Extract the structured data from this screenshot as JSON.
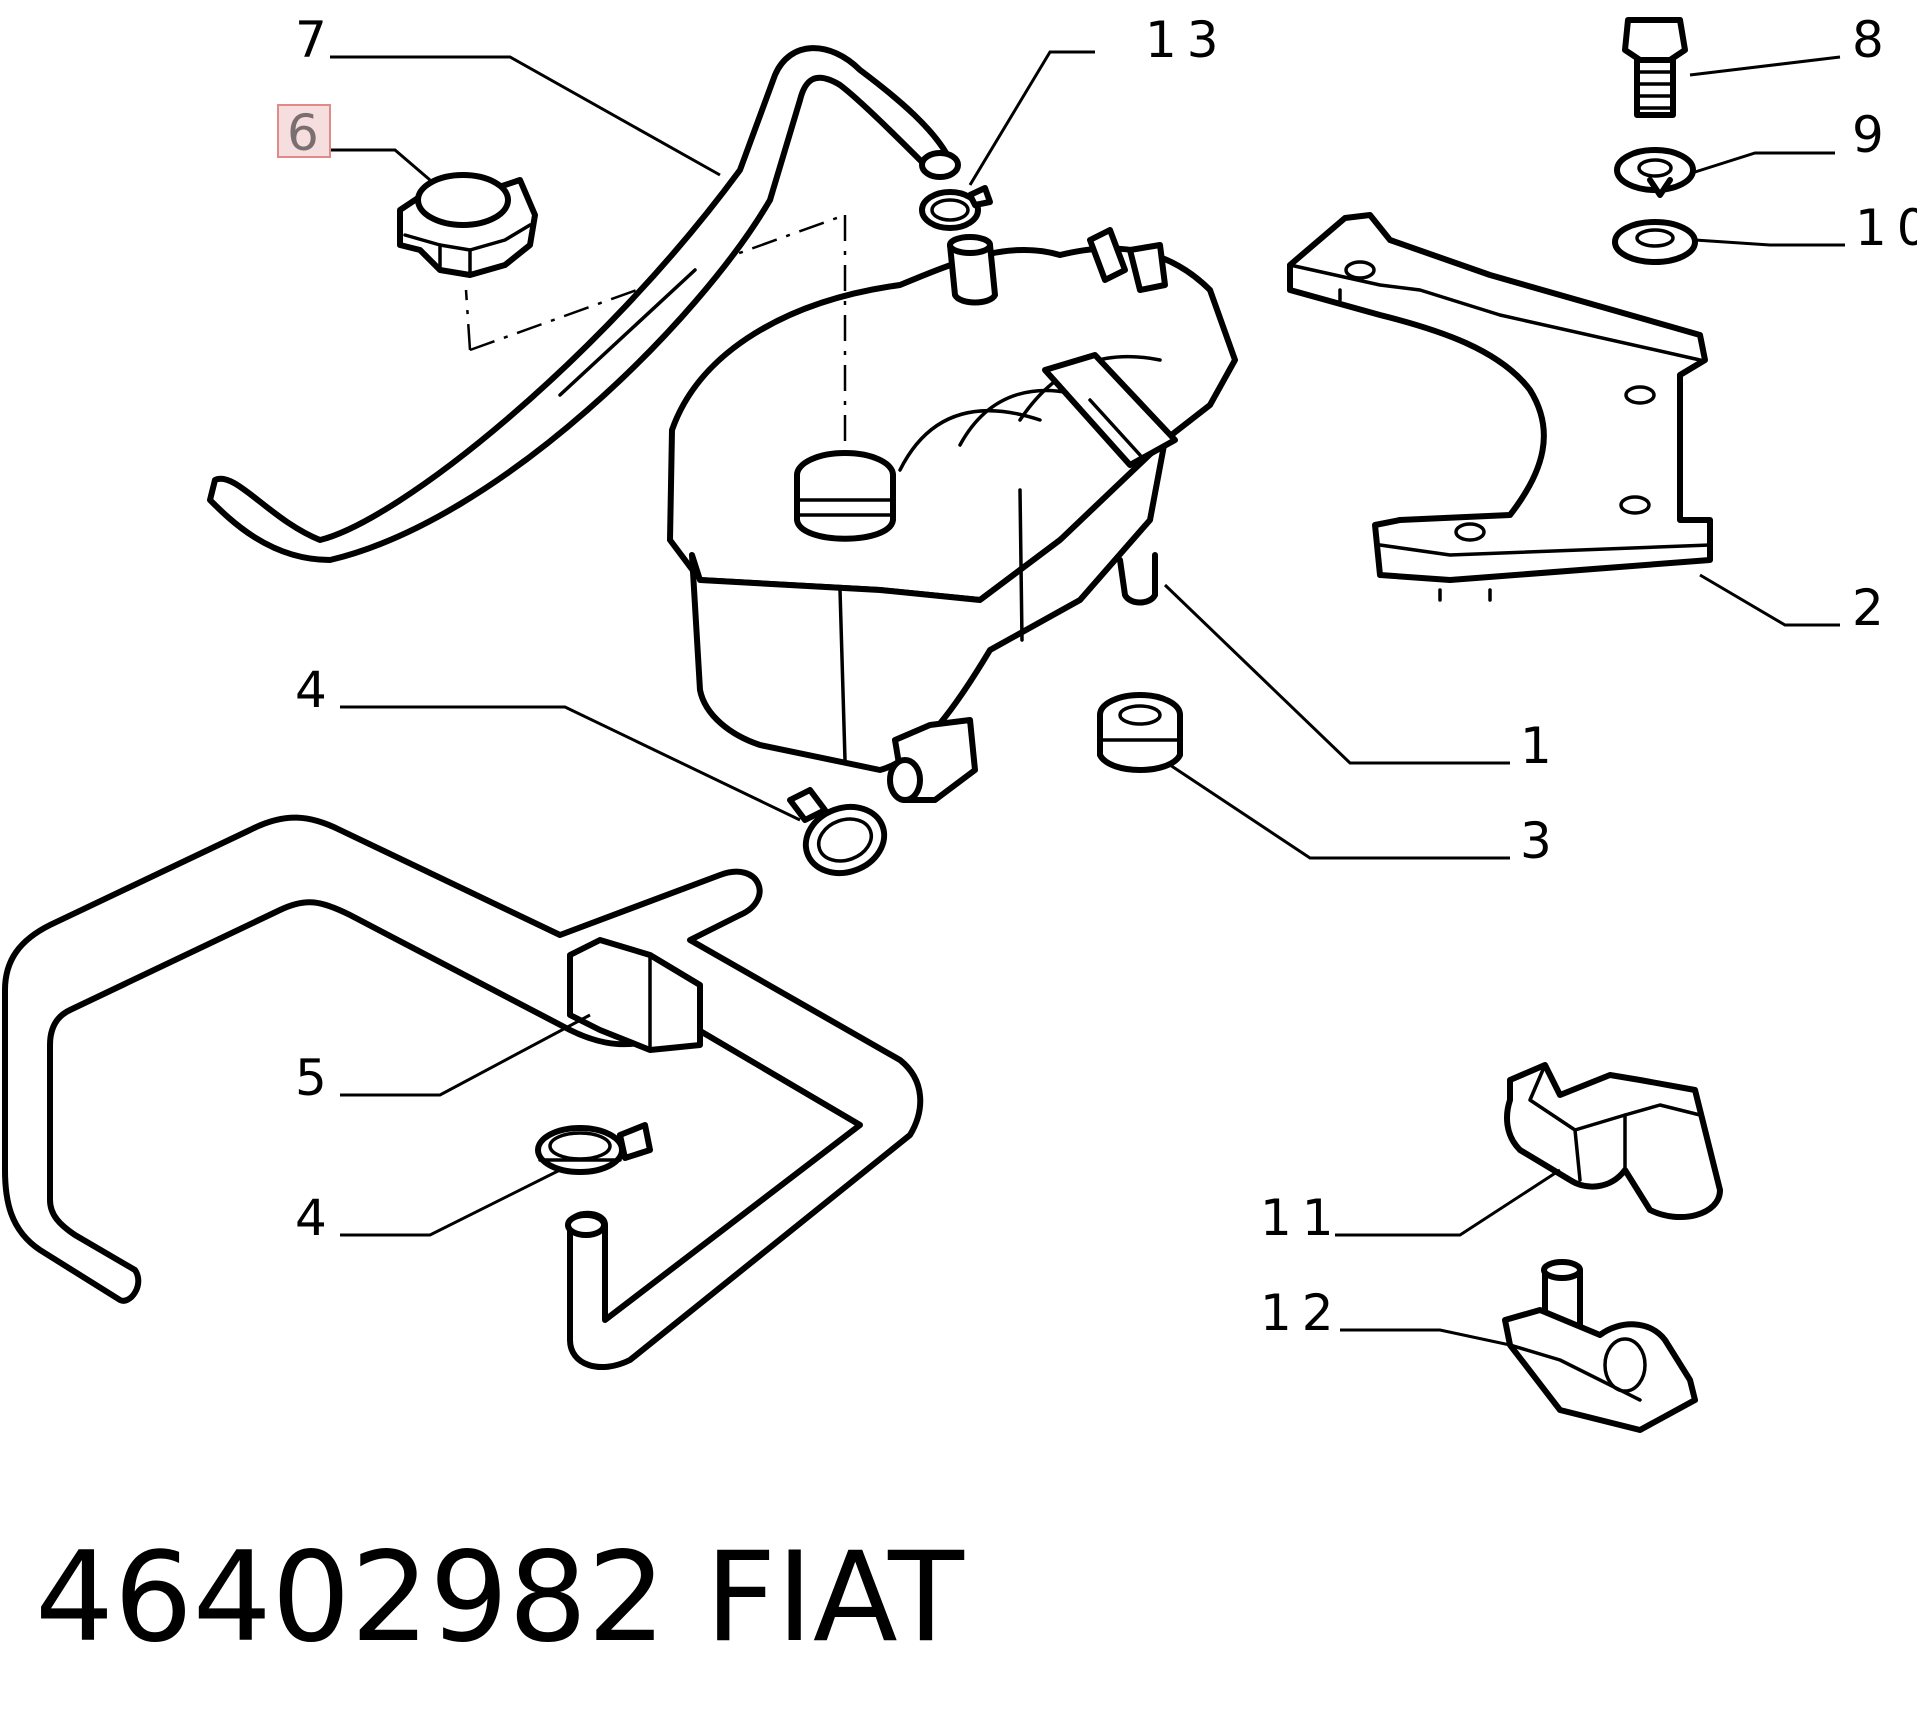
{
  "callouts": {
    "c1": "1",
    "c2": "2",
    "c3": "3",
    "c4a": "4",
    "c4b": "4",
    "c5": "5",
    "c6": "6",
    "c7": "7",
    "c8": "8",
    "c9": "9",
    "c10": "10",
    "c11": "11",
    "c12": "12",
    "c13": "13"
  },
  "highlighted_callout": "6",
  "highlight_color": "#f7dede",
  "caption": {
    "part_number": "46402982",
    "brand": "FIAT"
  }
}
